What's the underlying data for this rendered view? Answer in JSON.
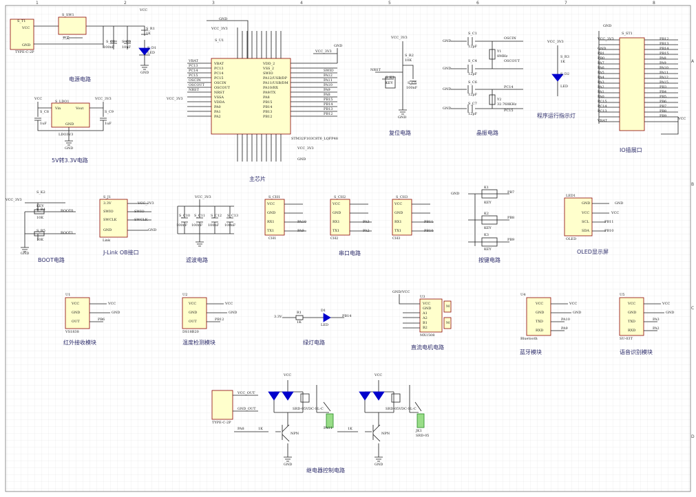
{
  "sections": {
    "power": "电源电路",
    "ldo": "5V转3.3V电路",
    "mcu": "主芯片",
    "reset": "复位电路",
    "crystal": "晶振电路",
    "indicator": "程序运行指示灯",
    "io": "IO插展口",
    "boot": "BOOT电路",
    "jlink": "J-Link OB接口",
    "filter": "滤波电路",
    "serial": "串口电路",
    "keys": "按键电路",
    "oled": "OLED显示屏",
    "ir": "红外接收模块",
    "temp": "温度检测模块",
    "green": "绿灯电路",
    "motor": "直流电机电路",
    "bt": "蓝牙模块",
    "voice": "语音识别模块",
    "relay": "继电器控制电路"
  },
  "colors": {
    "grid": "#dcdcdc",
    "wire": "#1a1a1a",
    "body_fill": "#ffffcc",
    "body_stroke": "#8b0000",
    "accent_blue": "#0000cc",
    "green_relay": "#99dd88",
    "section_text": "#2c2c6a"
  },
  "ruler": {
    "top": [
      "1",
      "2",
      "3",
      "4",
      "5",
      "6",
      "7",
      "8"
    ],
    "side": [
      "A",
      "B",
      "C",
      "D"
    ]
  },
  "labels": {
    "t1": "S_T1",
    "t1_type": "TYPE-C-2P",
    "t1_vcc": "VCC",
    "t1_gnd": "GND",
    "sw1": "S_SW1",
    "sw1_name": "开关",
    "c2": "S_C2",
    "c3": "S_C3",
    "c100n": "100nF",
    "c10u": "10uF",
    "r1": "S_R1",
    "r1k": "1K",
    "d1": "S_D1",
    "d1_name": "LED",
    "vcc": "VCC",
    "gnd": "GND",
    "vcc33": "VCC_3V3",
    "ldo": "S_LDO1",
    "ldo_vin": "Vin",
    "ldo_vout": "Vout",
    "ldo_gnd": "GND",
    "ldo_name": "LDO3V3",
    "c8": "S_C8",
    "c9": "S_C9",
    "c1u": "1uF",
    "u1": "S_U1",
    "u1_name": "STM32F103C8T6_LQFP48",
    "r2": "S_R2",
    "r10k": "10K",
    "k1": "S_K1",
    "key": "KEY",
    "c5": "S_C5",
    "nrst": "NRST",
    "c1": "S_C1",
    "c4": "S_C4",
    "c6": "S_C6",
    "c7": "S_C7",
    "c12p": "12pF",
    "y1": "Y1",
    "y1f": "8MHz",
    "y2": "Y2",
    "y2f": "32.768KHz",
    "oscin": "OSCIN",
    "oscout": "OSCOUT",
    "pc14": "PC14",
    "pc15": "PC15",
    "r3": "S_R3",
    "d2": "S_D2",
    "d2_name": "LED",
    "st1": "S_ST1",
    "k2": "S_K2",
    "r4": "S_R4",
    "r5": "S_R5",
    "boot0": "BOOT0",
    "boot1": "BOOT1",
    "j1": "S_J1",
    "jlink": "Link",
    "j_33": "3.3V",
    "j_swio": "SWIO",
    "j_swclk": "SWCLK",
    "j_gnd": "GND",
    "c10": "S_C10",
    "c11": "S_C11",
    "c12": "S_C12",
    "c13": "S_C13",
    "ch1": "S_CH1",
    "ch2": "S_CH2",
    "ch3": "S_CH3",
    "ch1n": "CH1",
    "ch2n": "CH2",
    "ch3n": "CH3",
    "rx1": "RX1",
    "tx1": "TX1",
    "pa10": "PA10",
    "pa9": "PA9",
    "pa3": "PA3",
    "pa2": "PA2",
    "pb11": "PB11",
    "pb10": "PB10",
    "k1n": "K1",
    "k2n": "K2",
    "k3n": "K3",
    "pb7": "PB7",
    "pb8": "PB8",
    "pb9": "PB9",
    "led1": "LED1",
    "oled": "OLED",
    "scl": "SCL",
    "sda": "SDA",
    "pb6": "PB6",
    "u1m": "U1",
    "u1m_n": "VS1838",
    "out": "OUT",
    "u2": "U2",
    "u2_n": "DS18B20",
    "pb12": "PB12",
    "r1g": "R1",
    "d1g": "D1",
    "ledg": "LED",
    "pb14": "PB14",
    "v33": "3.3V",
    "u3": "U3",
    "u3_n": "MX1508",
    "gndvcc": "GND/VCC",
    "a1": "A1",
    "a2": "A2",
    "b1": "B1",
    "b2": "B2",
    "m": "M",
    "u4": "U4",
    "u4_n": "Bluetooth",
    "txd": "TXD",
    "rxd": "RXD",
    "u5": "U5",
    "u5_n": "SU-03T",
    "vcc_out": "VCC_OUT",
    "gnd_out": "GND_OUT",
    "npn": "NPN",
    "pa8": "PA8",
    "pa11": "PA11",
    "relay": "SRD-05VDC-SL-C",
    "jk1": "JK1",
    "jk1n": "SRD-05"
  },
  "mcu_left": [
    "VBAT",
    "PC13",
    "PC14",
    "PC15",
    "OSCIN",
    "OSCOUT",
    "NRST",
    "VSSA",
    "VDDA",
    "PA0",
    "PA1",
    "PA2"
  ],
  "mcu_right": [
    "VDD_2",
    "VSS_2",
    "SWIO",
    "PA12/USB/DP",
    "PA11/USB/DM",
    "PA10/RX",
    "PA9/TX",
    "PA8",
    "PB15",
    "PB14",
    "PB13",
    "PB12"
  ],
  "mcu_right_nets": [
    "",
    "",
    "SWIO",
    "PA12",
    "PA11",
    "PA10",
    "PA9",
    "PA8",
    "PB15",
    "PB14",
    "PB13",
    "PB12"
  ],
  "io_left": [
    "VCC_3V3",
    "GND",
    "PB1",
    "PB0",
    "PA7",
    "PA6",
    "PA5",
    "PA4",
    "PA3",
    "PA2",
    "PA1",
    "PA0",
    "PC15",
    "PC14",
    "PC13",
    "VBAT"
  ],
  "io_right": [
    "PB12",
    "PB13",
    "PB14",
    "PB15",
    "PA8",
    "PA9",
    "PA10",
    "PA11",
    "PA12",
    "PA15",
    "PB3",
    "PB4",
    "PB5",
    "PB6",
    "PB7",
    "PB8",
    "PB9",
    "VCC"
  ]
}
